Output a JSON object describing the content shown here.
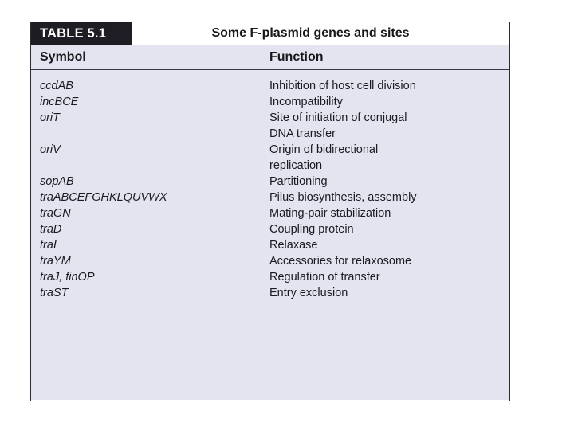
{
  "table": {
    "number_label": "TABLE 5.1",
    "caption": "Some F-plasmid genes and sites",
    "columns": {
      "symbol": "Symbol",
      "function": "Function"
    },
    "rows": [
      {
        "symbol": "ccdAB",
        "function": "Inhibition of host cell division",
        "function_line2": ""
      },
      {
        "symbol": "incBCE",
        "function": "Incompatibility",
        "function_line2": ""
      },
      {
        "symbol": "oriT",
        "function": "Site of initiation of conjugal",
        "function_line2": "DNA transfer"
      },
      {
        "symbol": "oriV",
        "function": "Origin of bidirectional",
        "function_line2": "replication"
      },
      {
        "symbol": "sopAB",
        "function": "Partitioning",
        "function_line2": ""
      },
      {
        "symbol": "traABCEFGHKLQUVWX",
        "function": "Pilus biosynthesis, assembly",
        "function_line2": ""
      },
      {
        "symbol": "traGN",
        "function": "Mating-pair stabilization",
        "function_line2": ""
      },
      {
        "symbol": "traD",
        "function": "Coupling protein",
        "function_line2": ""
      },
      {
        "symbol": "traI",
        "function": "Relaxase",
        "function_line2": ""
      },
      {
        "symbol": "traYM",
        "function": "Accessories for relaxosome",
        "function_line2": ""
      },
      {
        "symbol": "traJ, finOP",
        "function": "Regulation of transfer",
        "function_line2": ""
      },
      {
        "symbol": "traST",
        "function": "Entry exclusion",
        "function_line2": ""
      }
    ],
    "colors": {
      "title_block_bg": "#1d1d23",
      "title_block_text": "#ffffff",
      "body_bg": "#e4e4f0",
      "border": "#2b2b33",
      "text": "#1a1a20",
      "page_bg": "#ffffff"
    }
  }
}
